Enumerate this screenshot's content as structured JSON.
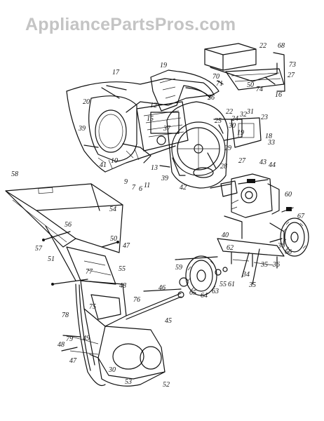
{
  "watermark": "AppliancePartsPros.com",
  "callouts": [
    {
      "id": "c1",
      "text": "17"
    },
    {
      "id": "c2",
      "text": "19"
    },
    {
      "id": "c3",
      "text": "20"
    },
    {
      "id": "c4",
      "text": "26"
    },
    {
      "id": "c5",
      "text": "39"
    },
    {
      "id": "c6",
      "text": "12"
    },
    {
      "id": "c7",
      "text": "15"
    },
    {
      "id": "c8",
      "text": "37"
    },
    {
      "id": "c9",
      "text": "41"
    },
    {
      "id": "c10",
      "text": "10"
    },
    {
      "id": "c11",
      "text": "9"
    },
    {
      "id": "c12",
      "text": "7"
    },
    {
      "id": "c13",
      "text": "6"
    },
    {
      "id": "c14",
      "text": "11"
    },
    {
      "id": "c15",
      "text": "13"
    },
    {
      "id": "c16",
      "text": "39"
    },
    {
      "id": "c17",
      "text": "42"
    },
    {
      "id": "c18",
      "text": "22"
    },
    {
      "id": "c19",
      "text": "24"
    },
    {
      "id": "c20",
      "text": "25"
    },
    {
      "id": "c21",
      "text": "32"
    },
    {
      "id": "c22",
      "text": "31"
    },
    {
      "id": "c23",
      "text": "23"
    },
    {
      "id": "c24",
      "text": "30"
    },
    {
      "id": "c25",
      "text": "19"
    },
    {
      "id": "c26",
      "text": "18"
    },
    {
      "id": "c27",
      "text": "33"
    },
    {
      "id": "c28",
      "text": "29"
    },
    {
      "id": "c29",
      "text": "27"
    },
    {
      "id": "c30",
      "text": "28"
    },
    {
      "id": "c31",
      "text": "43"
    },
    {
      "id": "c32",
      "text": "44"
    },
    {
      "id": "c33",
      "text": "22"
    },
    {
      "id": "c34",
      "text": "68"
    },
    {
      "id": "c35",
      "text": "73"
    },
    {
      "id": "c36",
      "text": "27"
    },
    {
      "id": "c37",
      "text": "70"
    },
    {
      "id": "c38",
      "text": "71"
    },
    {
      "id": "c39",
      "text": "50"
    },
    {
      "id": "c40",
      "text": "74"
    },
    {
      "id": "c41",
      "text": "16"
    },
    {
      "id": "c42",
      "text": "60"
    },
    {
      "id": "c43",
      "text": "67"
    },
    {
      "id": "c44",
      "text": "40"
    },
    {
      "id": "c45",
      "text": "62"
    },
    {
      "id": "c46",
      "text": "36"
    },
    {
      "id": "c47",
      "text": "66"
    },
    {
      "id": "c48",
      "text": "35"
    },
    {
      "id": "c49",
      "text": "36"
    },
    {
      "id": "c50",
      "text": "34"
    },
    {
      "id": "c51",
      "text": "35"
    },
    {
      "id": "c52",
      "text": "61"
    },
    {
      "id": "c53",
      "text": "55"
    },
    {
      "id": "c54",
      "text": "63"
    },
    {
      "id": "c55",
      "text": "64"
    },
    {
      "id": "c56",
      "text": "59"
    },
    {
      "id": "c57",
      "text": "65"
    },
    {
      "id": "c58",
      "text": "58"
    },
    {
      "id": "c59",
      "text": "54"
    },
    {
      "id": "c60",
      "text": "56"
    },
    {
      "id": "c61",
      "text": "57"
    },
    {
      "id": "c62",
      "text": "50"
    },
    {
      "id": "c63",
      "text": "47"
    },
    {
      "id": "c64",
      "text": "51"
    },
    {
      "id": "c65",
      "text": "55"
    },
    {
      "id": "c66",
      "text": "77"
    },
    {
      "id": "c67",
      "text": "48"
    },
    {
      "id": "c68",
      "text": "75"
    },
    {
      "id": "c69",
      "text": "76"
    },
    {
      "id": "c70",
      "text": "46"
    },
    {
      "id": "c71",
      "text": "45"
    },
    {
      "id": "c72",
      "text": "78"
    },
    {
      "id": "c73",
      "text": "79"
    },
    {
      "id": "c74",
      "text": "48"
    },
    {
      "id": "c75",
      "text": "49"
    },
    {
      "id": "c76",
      "text": "47"
    },
    {
      "id": "c77",
      "text": "30"
    },
    {
      "id": "c78",
      "text": "53"
    },
    {
      "id": "c79",
      "text": "52"
    }
  ]
}
